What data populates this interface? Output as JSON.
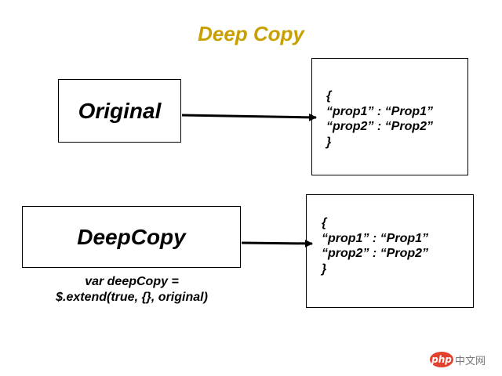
{
  "title": {
    "text": "Deep Copy",
    "color": "#c9a000"
  },
  "original": {
    "label": "Original",
    "object": [
      "{",
      "“prop1” : “Prop1”",
      "“prop2” : “Prop2”",
      "}"
    ]
  },
  "deep_copy": {
    "label": "DeepCopy",
    "object": [
      "{",
      "“prop1” : “Prop1”",
      "“prop2” : “Prop2”",
      "}"
    ],
    "code": [
      "var deepCopy =",
      "$.extend(true, {}, original)"
    ]
  },
  "watermark": {
    "logo": "php",
    "text": "中文网",
    "logo_color": "#e2412e"
  }
}
